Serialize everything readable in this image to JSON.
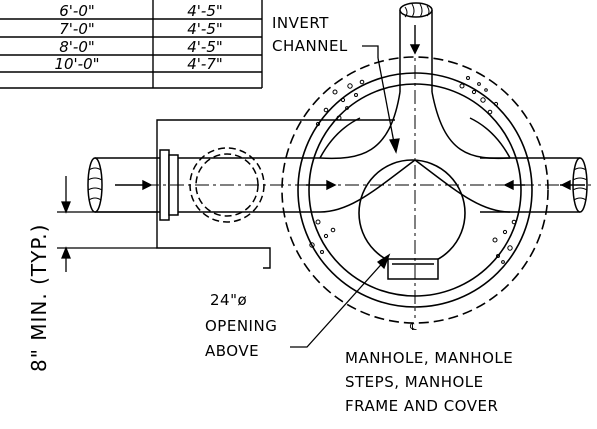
{
  "table": {
    "rows": [
      {
        "depth": "6'-0\"",
        "dim": "4'-5\""
      },
      {
        "depth": "7'-0\"",
        "dim": "4'-5\""
      },
      {
        "depth": "8'-0\"",
        "dim": "4'-5\""
      },
      {
        "depth": "10'-0\"",
        "dim": "4'-7\""
      }
    ]
  },
  "labels": {
    "invert_channel": [
      "INVERT",
      "CHANNEL"
    ],
    "opening": [
      "24\"ø",
      "OPENING",
      "ABOVE"
    ],
    "manhole": [
      "MANHOLE, MANHOLE",
      "STEPS, MANHOLE",
      "FRAME AND COVER"
    ],
    "min_typ": "8\" MIN. (TYP.)",
    "centerline": "℄"
  }
}
